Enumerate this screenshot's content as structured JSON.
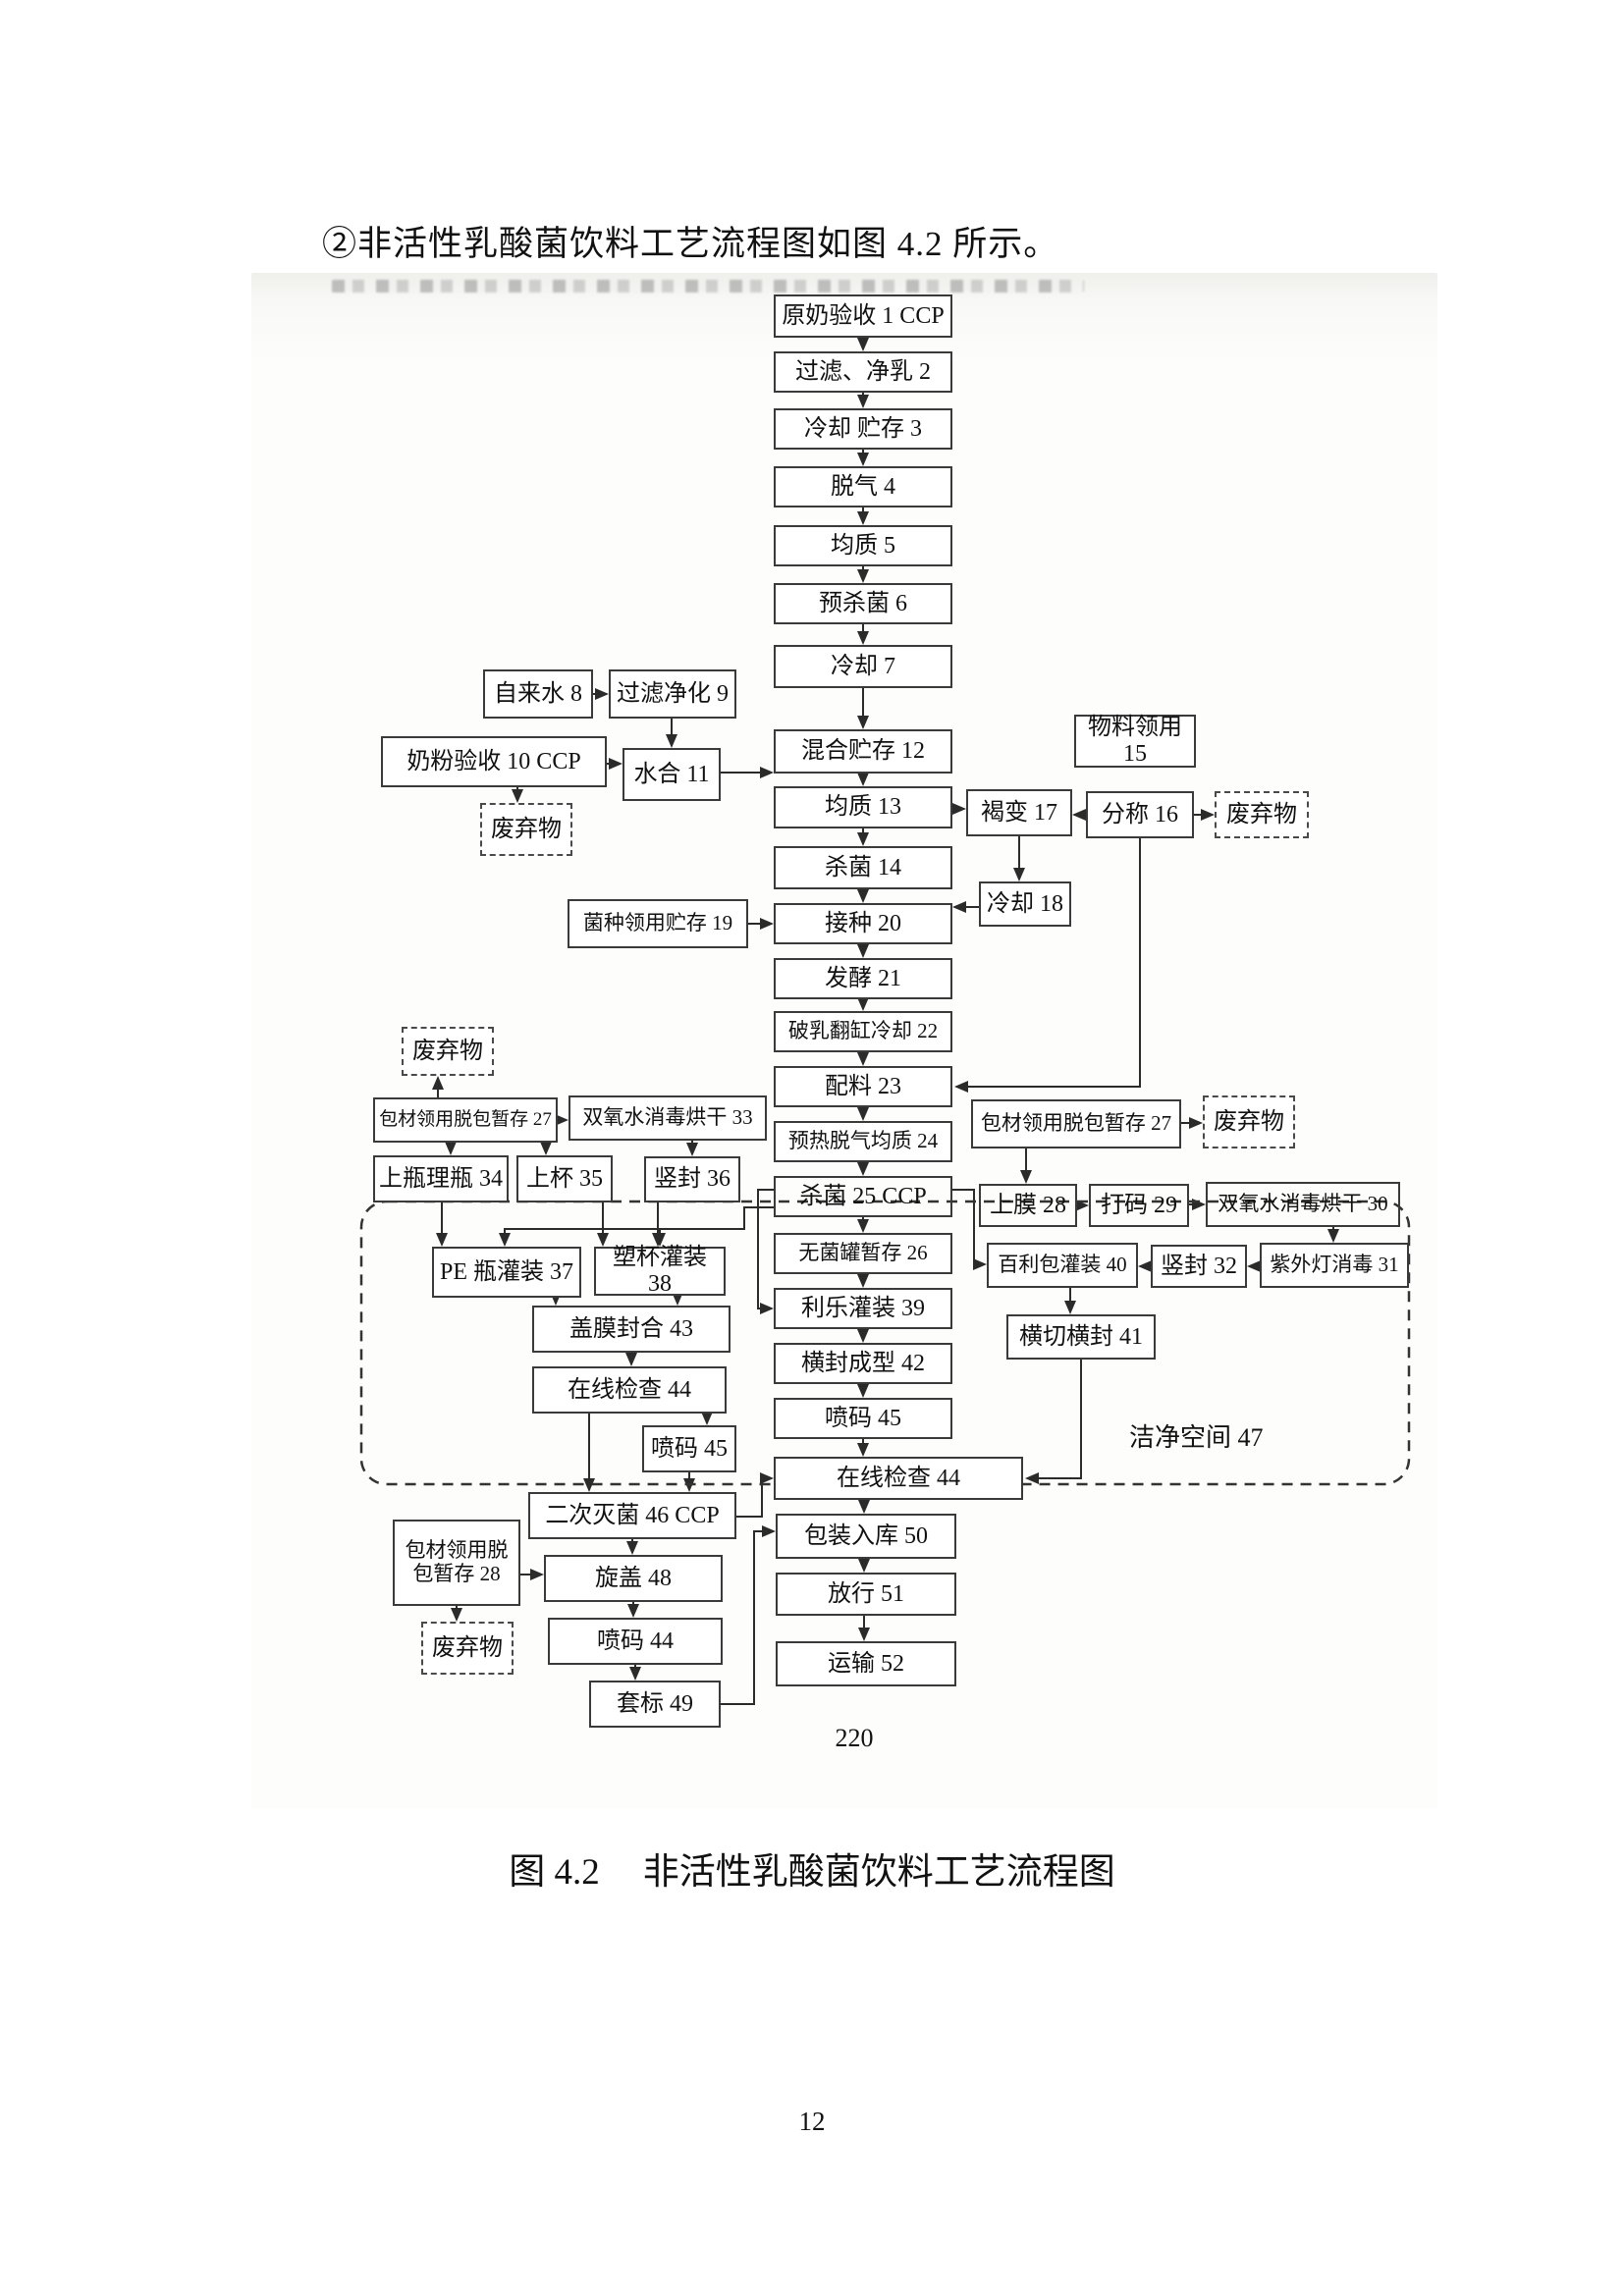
{
  "page": {
    "heading": "②非活性乳酸菌饮料工艺流程图如图 4.2 所示。",
    "caption_prefix": "图 4.2",
    "caption_title": "非活性乳酸菌饮料工艺流程图",
    "stray_number": "220",
    "page_number": "12"
  },
  "flowchart": {
    "clean_space_label": "洁净空间 47",
    "nodes": {
      "n1": "原奶验收 1 CCP",
      "n2": "过滤、净乳 2",
      "n3": "冷却 贮存 3",
      "n4": "脱气 4",
      "n5": "均质 5",
      "n6": "预杀菌 6",
      "n7": "冷却 7",
      "n8": "自来水 8",
      "n9": "过滤净化 9",
      "n10": "奶粉验收 10 CCP",
      "n11": "水合 11",
      "n12": "混合贮存 12",
      "n13": "均质 13",
      "n14": "杀菌 14",
      "n15": "物料领用 15",
      "n16": "分称 16",
      "n17": "褐变 17",
      "n18": "冷却 18",
      "n19": "菌种领用贮存 19",
      "n20": "接种 20",
      "n21": "发酵 21",
      "n22": "破乳翻缸冷却 22",
      "n23": "配料 23",
      "n24": "预热脱气均质 24",
      "n25": "杀菌 25 CCP",
      "n26": "无菌罐暂存 26",
      "n27_left": "包材领用脱包暂存 27",
      "n27_right": "包材领用脱包暂存 27",
      "n28_film": "上膜 28",
      "n28_pack": "包材领用脱包暂存 28",
      "n29": "打码 29",
      "n30": "双氧水消毒烘干 30",
      "n31": "紫外灯消毒 31",
      "n32": "竖封 32",
      "n33": "双氧水消毒烘干 33",
      "n34": "上瓶理瓶 34",
      "n35": "上杯 35",
      "n36": "竖封 36",
      "n37": "PE 瓶灌装 37",
      "n38": "塑杯灌装 38",
      "n39": "利乐灌装 39",
      "n40": "百利包灌装 40",
      "n41": "横切横封 41",
      "n42": "横封成型 42",
      "n43": "盖膜封合 43",
      "n44_left": "在线检查 44",
      "n44_center": "在线检查 44",
      "n44_code": "喷码 44",
      "n45_left": "喷码 45",
      "n45_center": "喷码 45",
      "n46": "二次灭菌 46 CCP",
      "n48": "旋盖 48",
      "n49": "套标 49",
      "n50": "包装入库 50",
      "n51": "放行 51",
      "n52": "运输 52",
      "waste": "废弃物"
    }
  }
}
